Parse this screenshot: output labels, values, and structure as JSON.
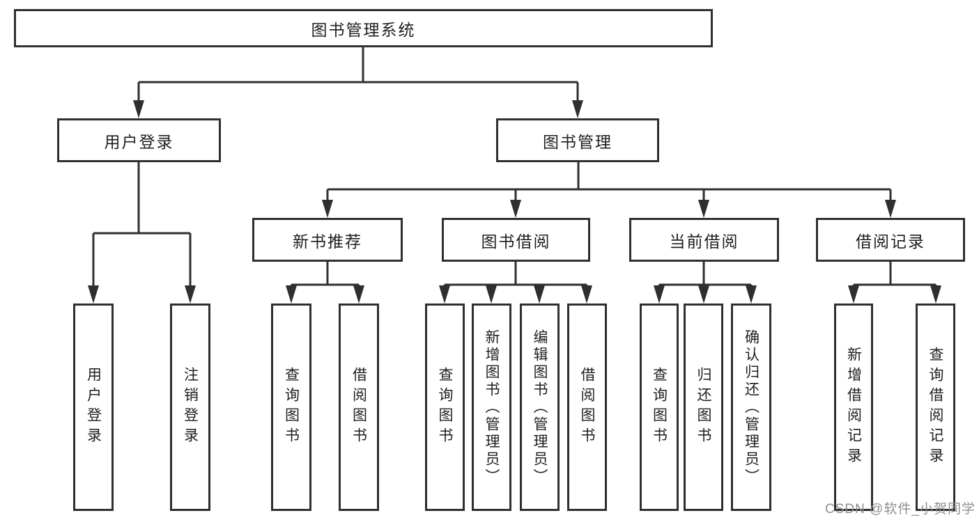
{
  "diagram_type": "hierarchy-tree",
  "colors": {
    "line": "#2f2f2f",
    "box_border": "#2f2f2f",
    "box_background": "#ffffff",
    "text": "#1f1f1f",
    "watermark": "#8f8f8f"
  },
  "root": {
    "label": "图书管理系统"
  },
  "level1": [
    {
      "label": "用户登录"
    },
    {
      "label": "图书管理"
    }
  ],
  "level2": [
    {
      "label": "新书推荐"
    },
    {
      "label": "图书借阅"
    },
    {
      "label": "当前借阅"
    },
    {
      "label": "借阅记录"
    }
  ],
  "leaves": {
    "login": [
      {
        "label": "用户登录"
      },
      {
        "label": "注销登录"
      }
    ],
    "new_books": [
      {
        "label": "查询图书"
      },
      {
        "label": "借阅图书"
      }
    ],
    "borrow": [
      {
        "label": "查询图书"
      },
      {
        "label": "新增图书（管理员）"
      },
      {
        "label": "编辑图书（管理员）"
      },
      {
        "label": "借阅图书"
      }
    ],
    "current": [
      {
        "label": "查询图书"
      },
      {
        "label": "归还图书"
      },
      {
        "label": "确认归还（管理员）"
      }
    ],
    "records": [
      {
        "label": "新增借阅记录"
      },
      {
        "label": "查询借阅记录"
      }
    ]
  },
  "watermark": {
    "label": "CSDN @软件_小贺同学"
  }
}
